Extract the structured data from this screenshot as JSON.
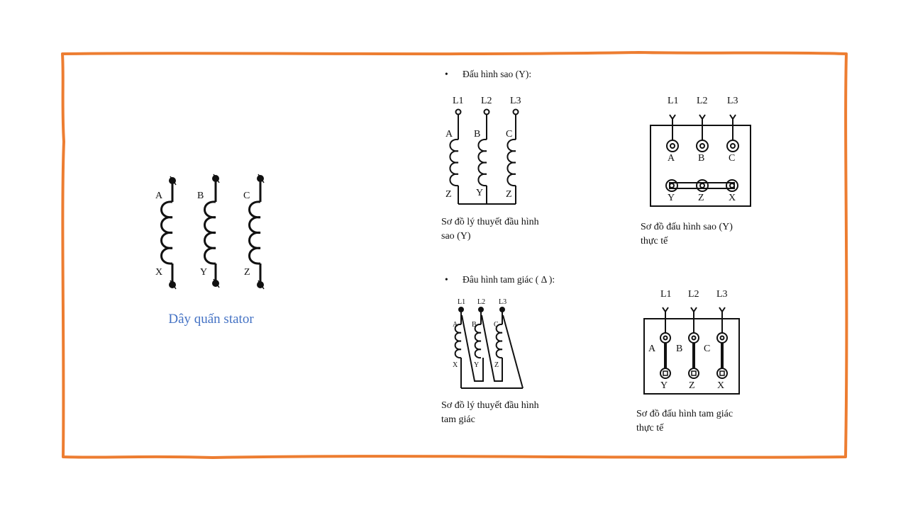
{
  "slide": {
    "border_color": "#ED7D31",
    "stator": {
      "caption": "Dây quấn stator",
      "caption_color": "#4472C4",
      "top_labels": [
        "A",
        "B",
        "C"
      ],
      "bottom_labels": [
        "X",
        "Y",
        "Z"
      ]
    },
    "star": {
      "heading": "Đấu hình sao (Y):",
      "bullet": "•",
      "theory": {
        "lines": [
          "L1",
          "L2",
          "L3"
        ],
        "top_labels": [
          "A",
          "B",
          "C"
        ],
        "bottom_labels": [
          "Z",
          "Y",
          "Z"
        ],
        "caption_1": "Sơ đồ lý  thuyết  đầu hình",
        "caption_2": "sao (Y)"
      },
      "actual": {
        "lines": [
          "L1",
          "L2",
          "L3"
        ],
        "top_labels": [
          "A",
          "B",
          "C"
        ],
        "bottom_labels": [
          "Y",
          "Z",
          "X"
        ],
        "caption_1": "Sơ đồ đấu hình  sao (Y)",
        "caption_2": "thực  tế"
      }
    },
    "delta": {
      "heading": "Đâu hình tam giác ( Δ ):",
      "bullet": "•",
      "theory": {
        "lines": [
          "L1",
          "L2",
          "L3"
        ],
        "top_labels": [
          "A",
          "B",
          "C"
        ],
        "bottom_labels": [
          "X",
          "Y",
          "Z"
        ],
        "caption_1": "Sơ đồ lý  thuyết  đầu hình",
        "caption_2": "tam  giác"
      },
      "actual": {
        "lines": [
          "L1",
          "L2",
          "L3"
        ],
        "mid_labels": [
          "A",
          "B",
          "C"
        ],
        "bottom_labels": [
          "Y",
          "Z",
          "X"
        ],
        "caption_1": "Sơ đồ đấu hình  tam  giác",
        "caption_2": "thực  tế"
      }
    }
  }
}
